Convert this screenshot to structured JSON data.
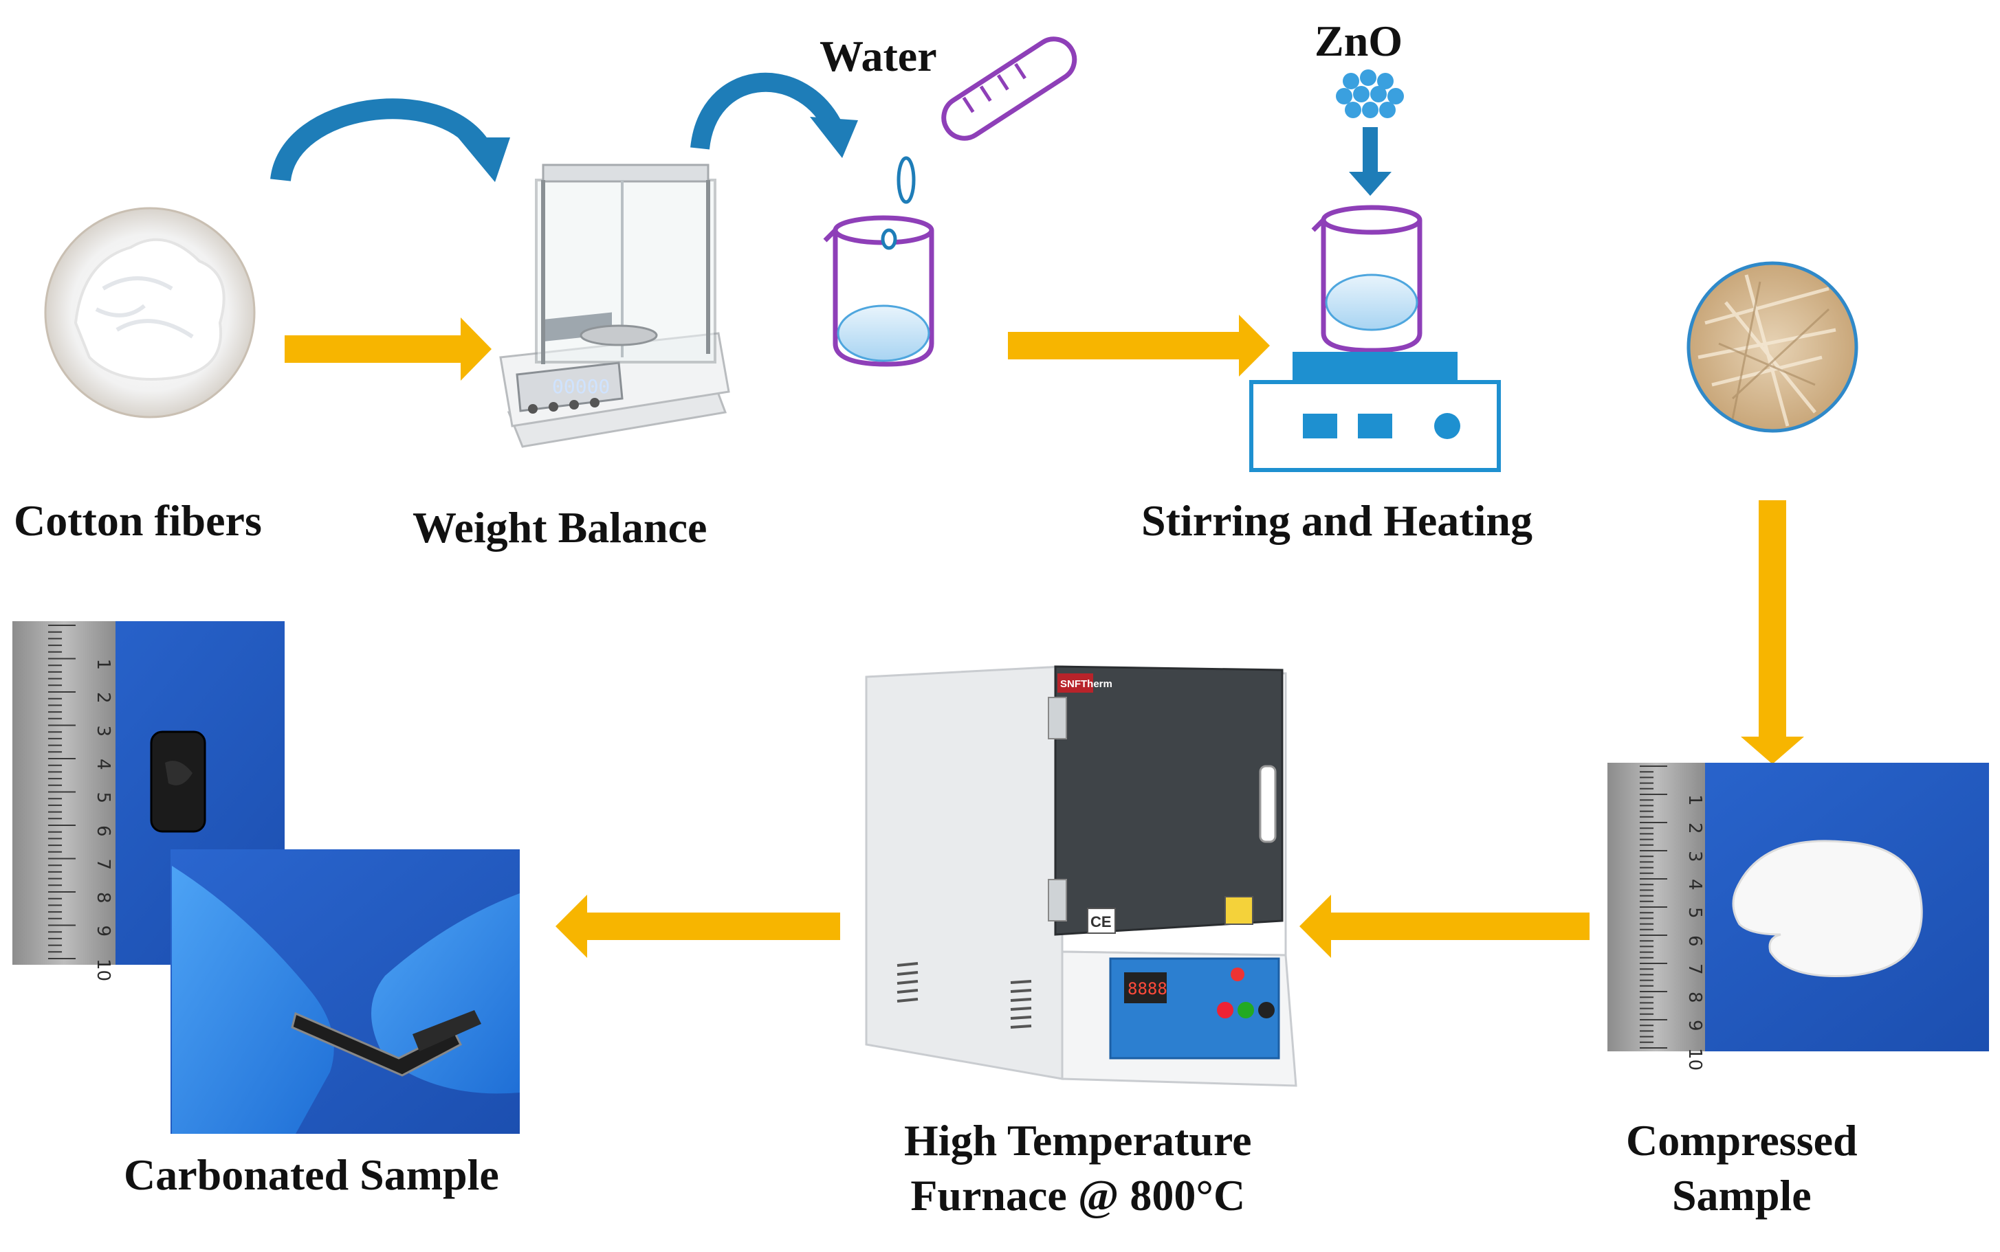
{
  "labels": {
    "water": "Water",
    "zno": "ZnO",
    "cotton_fibers": "Cotton fibers",
    "weight_balance": "Weight Balance",
    "stirring_heating": "Stirring and Heating",
    "carbonated_sample": "Carbonated Sample",
    "furnace_line1": "High Temperature",
    "furnace_line2": "Furnace @ 800°C",
    "compressed_line1": "Compressed",
    "compressed_line2": "Sample"
  },
  "balance_display": "00000",
  "furnace_brand": "SNFTherm",
  "furnace_display": "8888",
  "furnace_mark": "CE",
  "ruler_top": [
    "1",
    "2",
    "3",
    "4",
    "5",
    "6",
    "7",
    "8",
    "9",
    "10"
  ],
  "ruler_left": [
    "1",
    "2",
    "3",
    "4",
    "5",
    "6",
    "7",
    "8",
    "9",
    "10"
  ],
  "colors": {
    "flow_arrow": "#F7B500",
    "curved_arrow": "#1E7DB8",
    "beaker": "#8E3FB8",
    "hotplate": "#1E90D0",
    "sample_bg": "#1F5BC4"
  }
}
